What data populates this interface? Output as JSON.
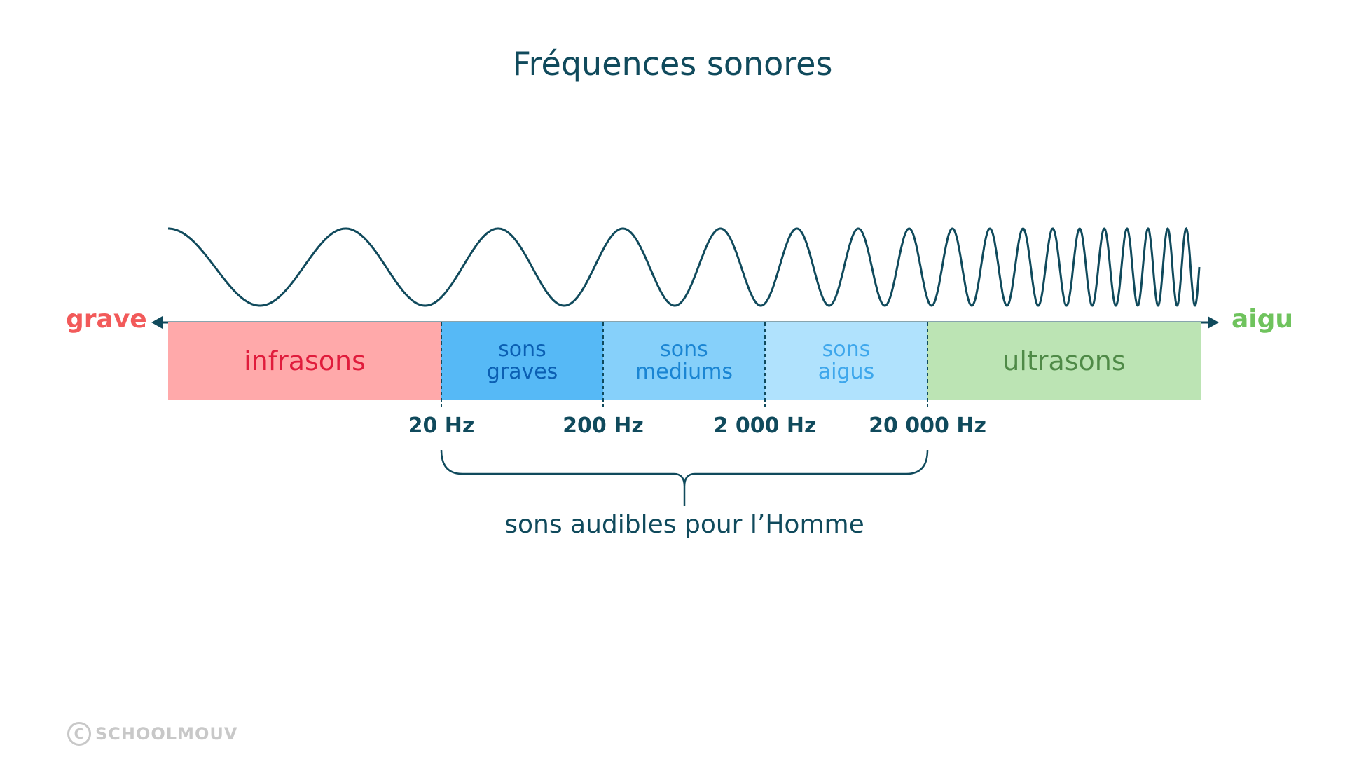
{
  "title": "Fréquences sonores",
  "ends": {
    "left": "grave",
    "right": "aigu"
  },
  "bands": {
    "infrasons": [
      "infrasons"
    ],
    "graves": [
      "sons",
      "graves"
    ],
    "mediums": [
      "sons",
      "mediums"
    ],
    "aigus": [
      "sons",
      "aigus"
    ],
    "ultrasons": [
      "ultrasons"
    ]
  },
  "frequencies": [
    "20 Hz",
    "200 Hz",
    "2 000 Hz",
    "20 000 Hz"
  ],
  "audible_label": "sons audibles pour l’Homme",
  "logo": {
    "icon": "C",
    "text": "SCHOOLMOUV"
  },
  "colors": {
    "dark": "#104a5c",
    "grave": "#f25a5a",
    "aigu": "#6fc35d"
  }
}
